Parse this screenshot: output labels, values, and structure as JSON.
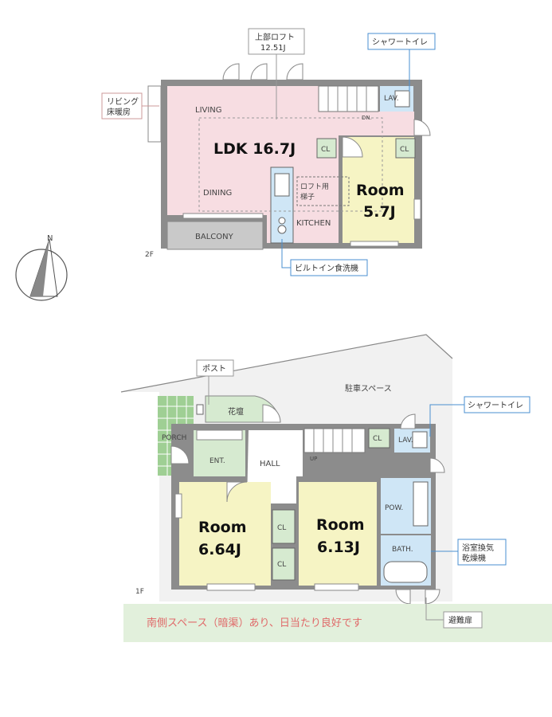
{
  "floor2": {
    "floor_label": "2F",
    "living_label": "LIVING",
    "dining_label": "DINING",
    "kitchen_label": "KITCHEN",
    "balcony_label": "BALCONY",
    "ldk_label": "LDK 16.7J",
    "room_line1": "Room",
    "room_line2": "5.7J",
    "cl_label": "CL",
    "lav_label": "LAV.",
    "dn_label": "DN.",
    "loft_ladder_line1": "ロフト用",
    "loft_ladder_line2": "梯子",
    "callout_loft_line1": "上部ロフト",
    "callout_loft_line2": "12.51J",
    "callout_living_line1": "リビング",
    "callout_living_line2": "床暖房",
    "callout_shower_toilet": "シャワートイレ",
    "callout_dishwasher": "ビルトイン食洗機"
  },
  "compass_letter": "N",
  "floor1": {
    "floor_label": "1F",
    "parking_label": "駐車スペース",
    "flowerbed_label": "花壇",
    "porch_label": "PORCH",
    "entrance_label": "ENT.",
    "hall_label": "HALL",
    "up_label": "UP",
    "cl_label": "CL",
    "lav_label": "LAV.",
    "pow_label": "POW.",
    "bath_label": "BATH.",
    "room_a_line1": "Room",
    "room_a_line2": "6.64J",
    "room_b_line1": "Room",
    "room_b_line2": "6.13J",
    "callout_post": "ポスト",
    "callout_shower_toilet": "シャワートイレ",
    "callout_bath_dryer_line1": "浴室換気",
    "callout_bath_dryer_line2": "乾燥機",
    "callout_escape_door": "避難扉",
    "south_banner": "南側スペース（暗渠）あり、日当たり良好です"
  },
  "colors": {
    "ldk_fill": "#f7dde2",
    "room_fill": "#f6f4c4",
    "wet_fill": "#cfe6f6",
    "entrance_fill": "#d6ead0",
    "green_band": "#e2f0dc",
    "balcony_fill": "#c9c9c9",
    "parking_fill": "#f1f1f1",
    "banner_text": "#e06a6a",
    "wall": "#7a7a7a",
    "callout_line": "#4a8fd0"
  }
}
